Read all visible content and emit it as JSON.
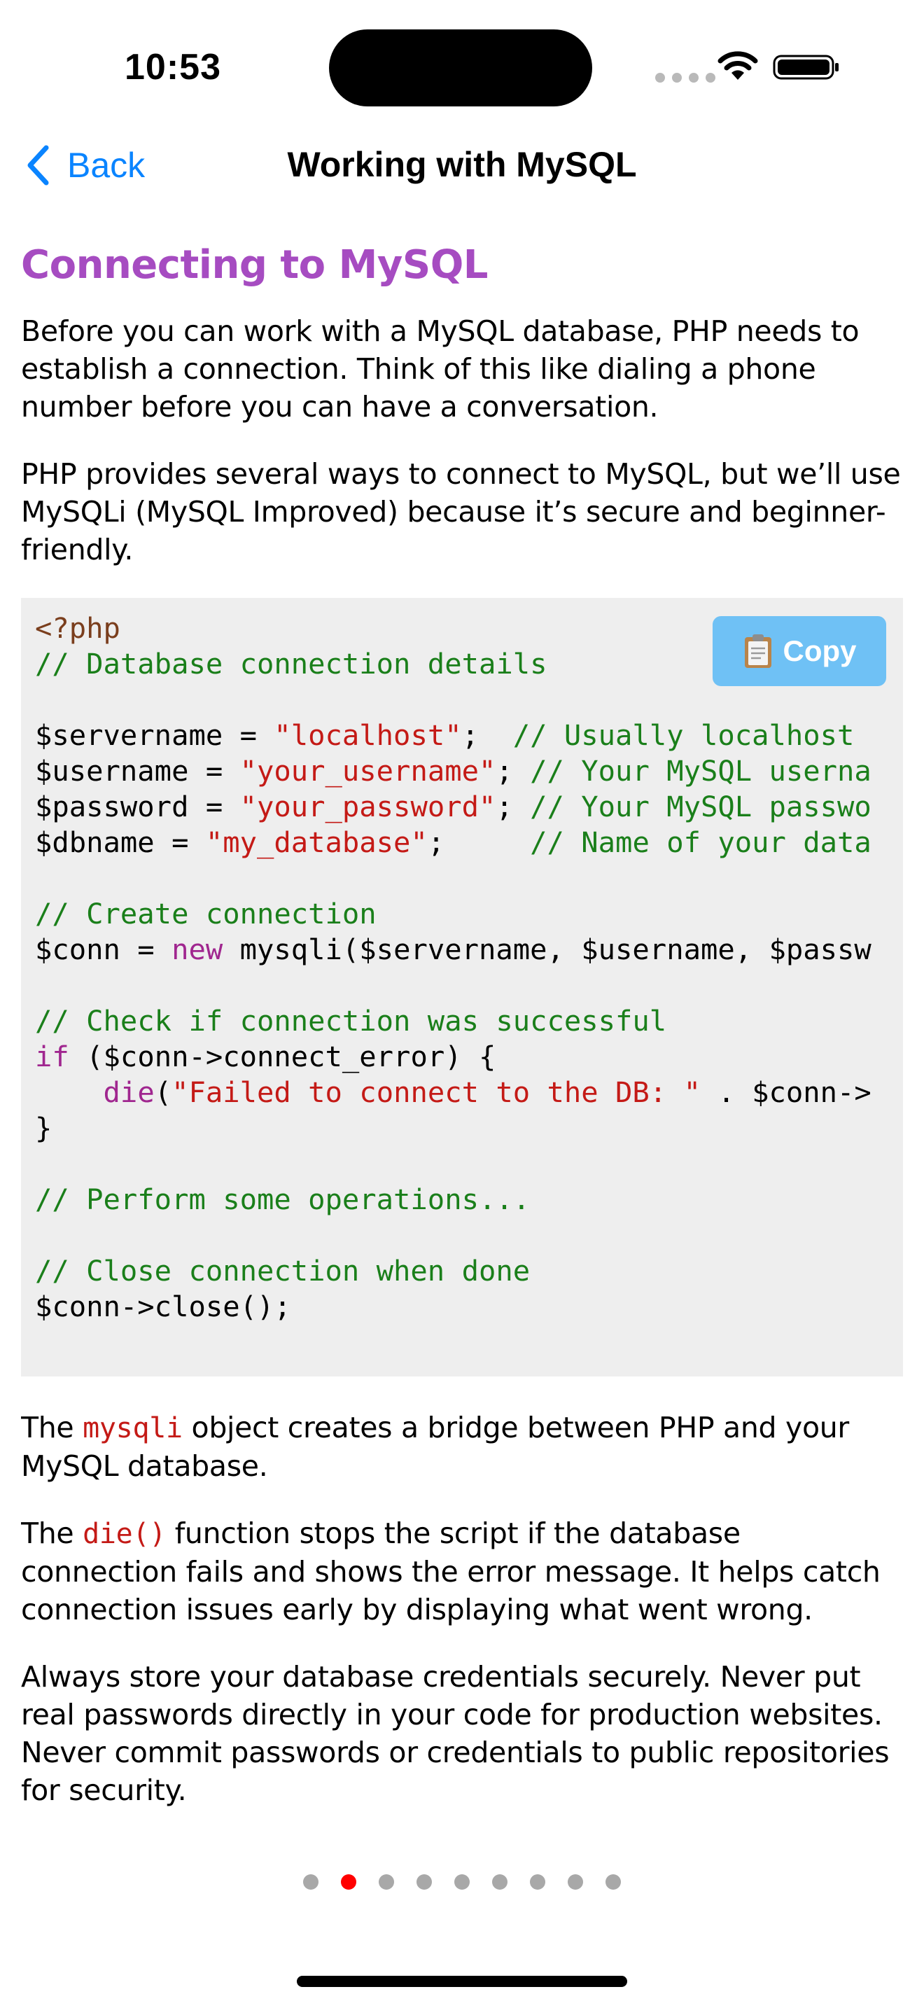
{
  "status_bar": {
    "time": "10:53"
  },
  "nav": {
    "back_label": "Back",
    "title": "Working with MySQL"
  },
  "section": {
    "title": "Connecting to MySQL",
    "intro_1": "Before you can work with a MySQL database, PHP needs to establish a connection. Think of this like dialing a phone number before you can have a conversation.",
    "intro_2": "PHP provides several ways to connect to MySQL, but we’ll use MySQLi (MySQL Improved) because it’s secure and beginner-friendly."
  },
  "code": {
    "copy_label": "Copy",
    "line_php_open": "<?php",
    "comment_details": "// Database connection details",
    "var_servername": "$servername = ",
    "str_servername": "\"localhost\"",
    "comment_servername": "// Usually localhost",
    "var_username": "$username = ",
    "str_username": "\"your_username\"",
    "comment_username": "// Your MySQL userna",
    "var_password": "$password = ",
    "str_password": "\"your_password\"",
    "comment_password": "// Your MySQL passwo",
    "var_dbname": "$dbname = ",
    "str_dbname": "\"my_database\"",
    "comment_dbname": "// Name of your data",
    "comment_create": "// Create connection",
    "conn_prefix": "$conn = ",
    "kw_new": "new",
    "conn_rest": " mysqli($servername, $username, $passw",
    "comment_check": "// Check if connection was successful",
    "kw_if": "if",
    "if_rest": " ($conn->connect_error) {",
    "kw_die": "die",
    "str_die": "\"Failed to connect to the DB: \"",
    "die_rest": " . $conn->",
    "close_brace": "}",
    "comment_perform": "// Perform some operations...",
    "comment_close": "// Close connection when done",
    "close_call": "$conn->close();"
  },
  "explanations": {
    "mysqli_pre": "The ",
    "mysqli_code": "mysqli",
    "mysqli_post": " object creates a bridge between PHP and your MySQL database.",
    "die_pre": "The ",
    "die_code": "die()",
    "die_post": " function stops the script if the database connection fails and shows the error message. It helps catch connection issues early by displaying what went wrong.",
    "credentials": "Always store your database credentials securely. Never put real passwords directly in your code for production websites. Never commit passwords or credentials to public repositories for security."
  },
  "pagination": {
    "total_pages": 9,
    "current_page": 2
  },
  "colors": {
    "accent": "#0a84ff",
    "section_title": "#a64cc1",
    "copy_button": "#6fc1f5",
    "code_background": "#eeeeee",
    "comment": "#1a7f1a",
    "string": "#c41a16",
    "keyword": "#a0268f",
    "active_dot": "#ff0000"
  }
}
